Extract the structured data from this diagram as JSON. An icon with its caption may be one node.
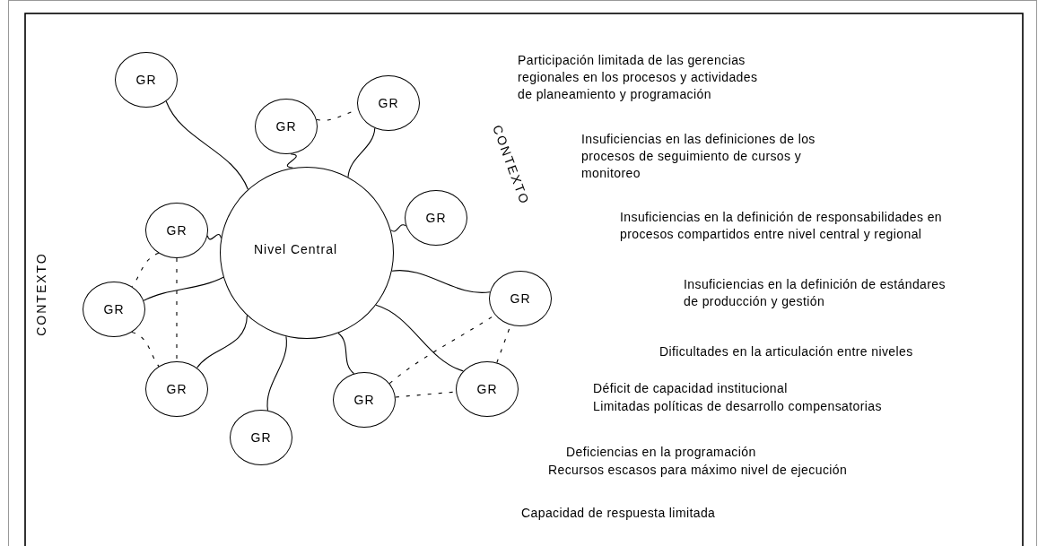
{
  "diagram": {
    "nodes": [
      {
        "text": [
          "Nivel Central"
        ]
      },
      {
        "text": [
          "GR"
        ]
      },
      {
        "text": [
          "GR"
        ]
      },
      {
        "text": [
          "GR"
        ]
      },
      {
        "text": [
          "GR"
        ]
      },
      {
        "text": [
          "GR"
        ]
      },
      {
        "text": [
          "GR"
        ]
      },
      {
        "text": [
          "GR"
        ]
      },
      {
        "text": [
          "GR"
        ]
      },
      {
        "text": [
          "GR"
        ]
      },
      {
        "text": [
          "GR"
        ]
      },
      {
        "text": [
          "GR"
        ]
      }
    ],
    "edges": [
      {
        "from": 0,
        "to": 1,
        "arrow": "none"
      },
      {
        "from": 0,
        "to": 2,
        "arrow": "none"
      },
      {
        "from": 0,
        "to": 3,
        "arrow": "none"
      },
      {
        "from": 0,
        "to": 4,
        "arrow": "none"
      },
      {
        "from": 0,
        "to": 5,
        "arrow": "none"
      },
      {
        "from": 0,
        "to": 6,
        "arrow": "none"
      },
      {
        "from": 0,
        "to": 7,
        "arrow": "none"
      },
      {
        "from": 0,
        "to": 8,
        "arrow": "none"
      },
      {
        "from": 0,
        "to": 9,
        "arrow": "none"
      },
      {
        "from": 0,
        "to": 10,
        "arrow": "none"
      },
      {
        "from": 0,
        "to": 11,
        "arrow": "none"
      },
      {
        "from": 3,
        "to": 2,
        "arrow": "none",
        "style": "dashed"
      },
      {
        "from": 5,
        "to": 7,
        "arrow": "none",
        "style": "dashed"
      },
      {
        "from": 5,
        "to": 8,
        "arrow": "none",
        "style": "dashed"
      },
      {
        "from": 7,
        "to": 8,
        "arrow": "none",
        "style": "dashed"
      },
      {
        "from": 10,
        "to": 9,
        "arrow": "none",
        "style": "dashed"
      },
      {
        "from": 10,
        "to": 6,
        "arrow": "none",
        "style": "dashed"
      },
      {
        "from": 9,
        "to": 6,
        "arrow": "none",
        "style": "dashed"
      }
    ],
    "labels": [
      "Participación limitada de las gerencias regionales en los procesos y actividades de planeamiento y programación",
      "CONTEXTO",
      "Insuficiencias en las definiciones de los procesos de seguimiento de cursos y monitoreo",
      "Insuficiencias en la definición de responsabilidades en procesos compartidos entre nivel central y regional",
      "CONTEXTO",
      "Insuficiencias en la definición de estándares de producción y gestión",
      "Dificultades en la articulación entre niveles",
      "Déficit de capacidad institucional",
      "Limitadas políticas de desarrollo compensatorias",
      "Deficiencias en la programación",
      "Recursos escasos para máximo nivel de ejecución",
      "Capacidad de respuesta limitada"
    ]
  }
}
